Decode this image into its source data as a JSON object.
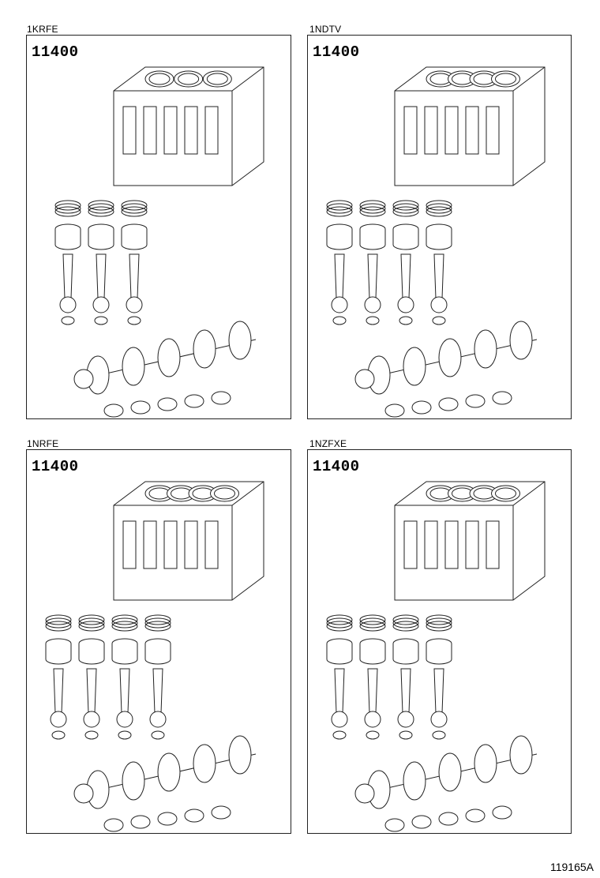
{
  "panels": [
    {
      "engine_label": "1KRFE",
      "part_number": "11400",
      "cylinders": 3
    },
    {
      "engine_label": "1NDTV",
      "part_number": "11400",
      "cylinders": 4
    },
    {
      "engine_label": "1NRFE",
      "part_number": "11400",
      "cylinders": 4
    },
    {
      "engine_label": "1NZFXE",
      "part_number": "11400",
      "cylinders": 4
    }
  ],
  "document_code": "119165A"
}
